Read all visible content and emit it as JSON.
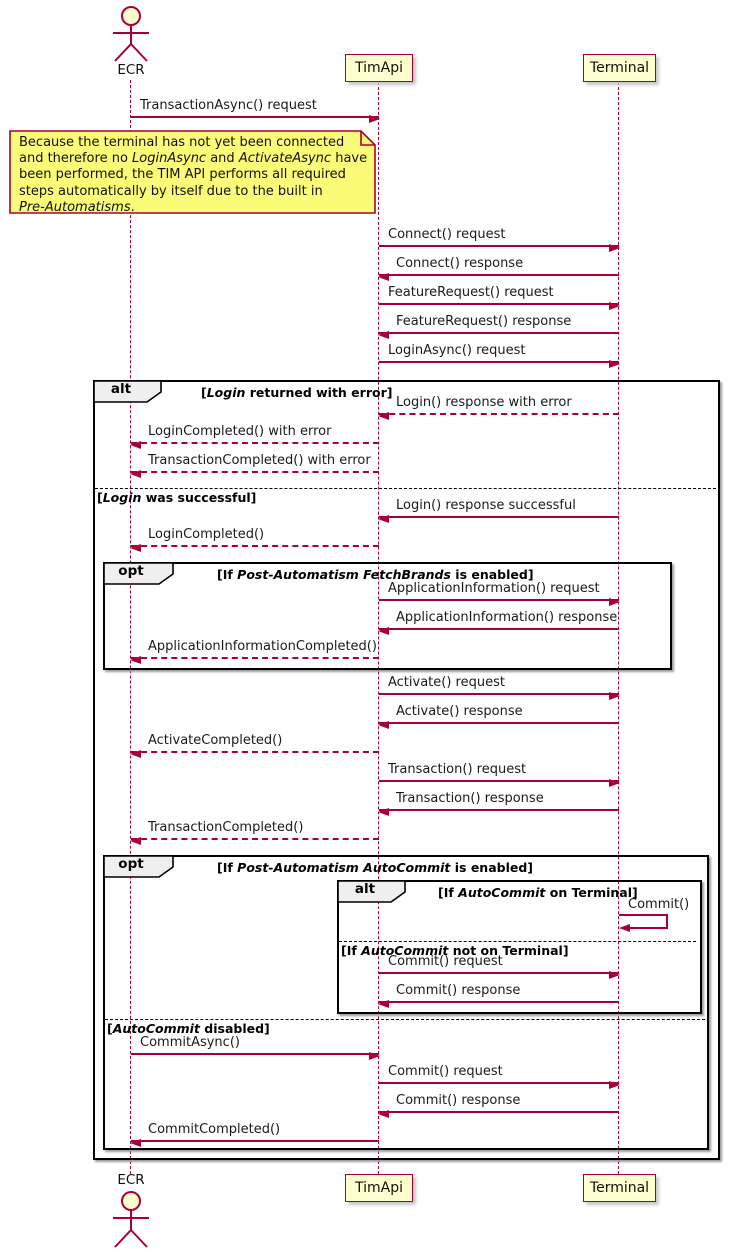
{
  "diagram": {
    "type": "plantuml-sequence",
    "accent_color": "#A80036",
    "participant_fill": "#FEFECE",
    "note_fill": "#FBFB77",
    "frame_border": "#000000",
    "actor_top_label": "ECR",
    "actor_bottom_label": "ECR",
    "participants": {
      "timapi": "TimApi",
      "terminal": "Terminal"
    }
  },
  "note": {
    "line1": "Because the terminal has not yet been connected",
    "line2a": "and therefore no ",
    "line2b": "LoginAsync",
    "line2c": " and ",
    "line2d": "ActivateAsync",
    "line2e": " have",
    "line3": "been performed, the TIM API performs all required",
    "line4": "steps automatically by itself due to the built in",
    "line5a": "Pre-Automatisms",
    "line5b": "."
  },
  "frames": {
    "alt_login": {
      "keyword": "alt",
      "cond_pre": "[",
      "cond_italic": "Login",
      "cond_post": " returned with error]"
    },
    "divider_login_ok": {
      "pre": "[",
      "italic": "Login",
      "post": " was successful]"
    },
    "opt_fetchbrands": {
      "keyword": "opt",
      "cond_pre": "[If ",
      "cond_italic": "Post-Automatism FetchBrands",
      "cond_post": " is enabled]"
    },
    "opt_autocommit": {
      "keyword": "opt",
      "cond_pre": "[If ",
      "cond_italic": "Post-Automatism AutoCommit",
      "cond_post": " is enabled]"
    },
    "alt_autocommit": {
      "keyword": "alt",
      "cond_pre": "[If ",
      "cond_italic": "AutoCommit",
      "cond_post": " on Terminal]"
    },
    "divider_autocommit_not_terminal": {
      "pre": "[If ",
      "italic": "AutoCommit",
      "post": " not on Terminal]"
    },
    "divider_autocommit_disabled": {
      "pre": "[",
      "italic": "AutoCommit",
      "post": " disabled]"
    }
  },
  "messages": [
    {
      "label": "TransactionAsync() request"
    },
    {
      "label": "Connect() request"
    },
    {
      "label": "Connect() response"
    },
    {
      "label": "FeatureRequest() request"
    },
    {
      "label": "FeatureRequest() response"
    },
    {
      "label": "LoginAsync() request"
    },
    {
      "label": "Login() response with error"
    },
    {
      "label": "LoginCompleted() with error"
    },
    {
      "label": "TransactionCompleted() with error"
    },
    {
      "label": "Login() response successful"
    },
    {
      "label": "LoginCompleted()"
    },
    {
      "label": "ApplicationInformation() request"
    },
    {
      "label": "ApplicationInformation() response"
    },
    {
      "label": "ApplicationInformationCompleted()"
    },
    {
      "label": "Activate() request"
    },
    {
      "label": "Activate() response"
    },
    {
      "label": "ActivateCompleted()"
    },
    {
      "label": "Transaction() request"
    },
    {
      "label": "Transaction() response"
    },
    {
      "label": "TransactionCompleted()"
    },
    {
      "label": "Commit()"
    },
    {
      "label": "Commit() request"
    },
    {
      "label": "Commit() response"
    },
    {
      "label": "CommitAsync()"
    },
    {
      "label": "Commit() request"
    },
    {
      "label": "Commit() response"
    },
    {
      "label": "CommitCompleted()"
    }
  ]
}
